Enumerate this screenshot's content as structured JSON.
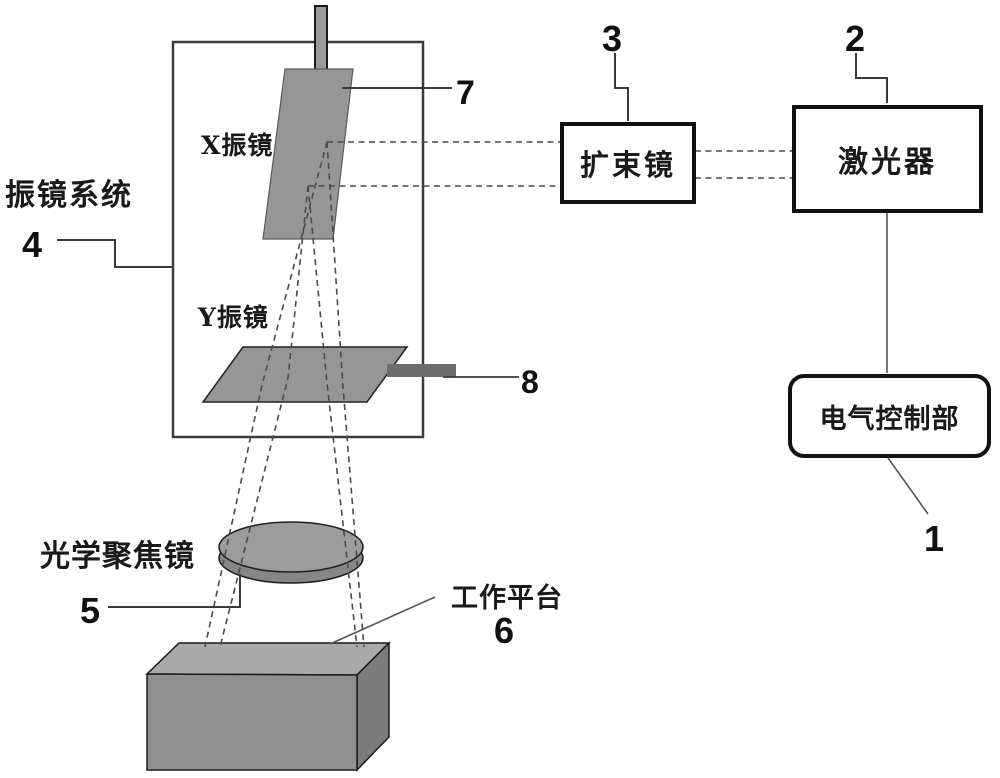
{
  "diagram": {
    "galvo_system": {
      "label": "振镜系统",
      "ref": "4"
    },
    "x_mirror": {
      "label": "X振镜",
      "ref": "7"
    },
    "y_mirror": {
      "label": "Y振镜",
      "ref": "8"
    },
    "beam_expander": {
      "label": "扩束镜",
      "ref": "3"
    },
    "laser": {
      "label": "激光器",
      "ref": "2"
    },
    "control_unit": {
      "label": "电气控制部",
      "ref": "1"
    },
    "focus_lens": {
      "label": "光学聚焦镜",
      "ref": "5"
    },
    "work_platform": {
      "label": "工作平台",
      "ref": "6"
    }
  },
  "colors": {
    "background": "#ffffff",
    "mirror_gray": "#969696",
    "mirror_edge": "#5a5a5a",
    "shaft_gray": "#9a9a9a",
    "y_shaft_gray": "#6d6d6d",
    "lens_top": "#9c9c9c",
    "lens_rim": "#868686",
    "platform_top": "#a9a9a9",
    "platform_front": "#8f8f8f",
    "platform_side": "#7b7b7b",
    "outline_dark": "#1f1f1f",
    "box_border": "#111111",
    "dash_gray": "#4a4a4a",
    "leader_gray": "#3a3a3a"
  }
}
